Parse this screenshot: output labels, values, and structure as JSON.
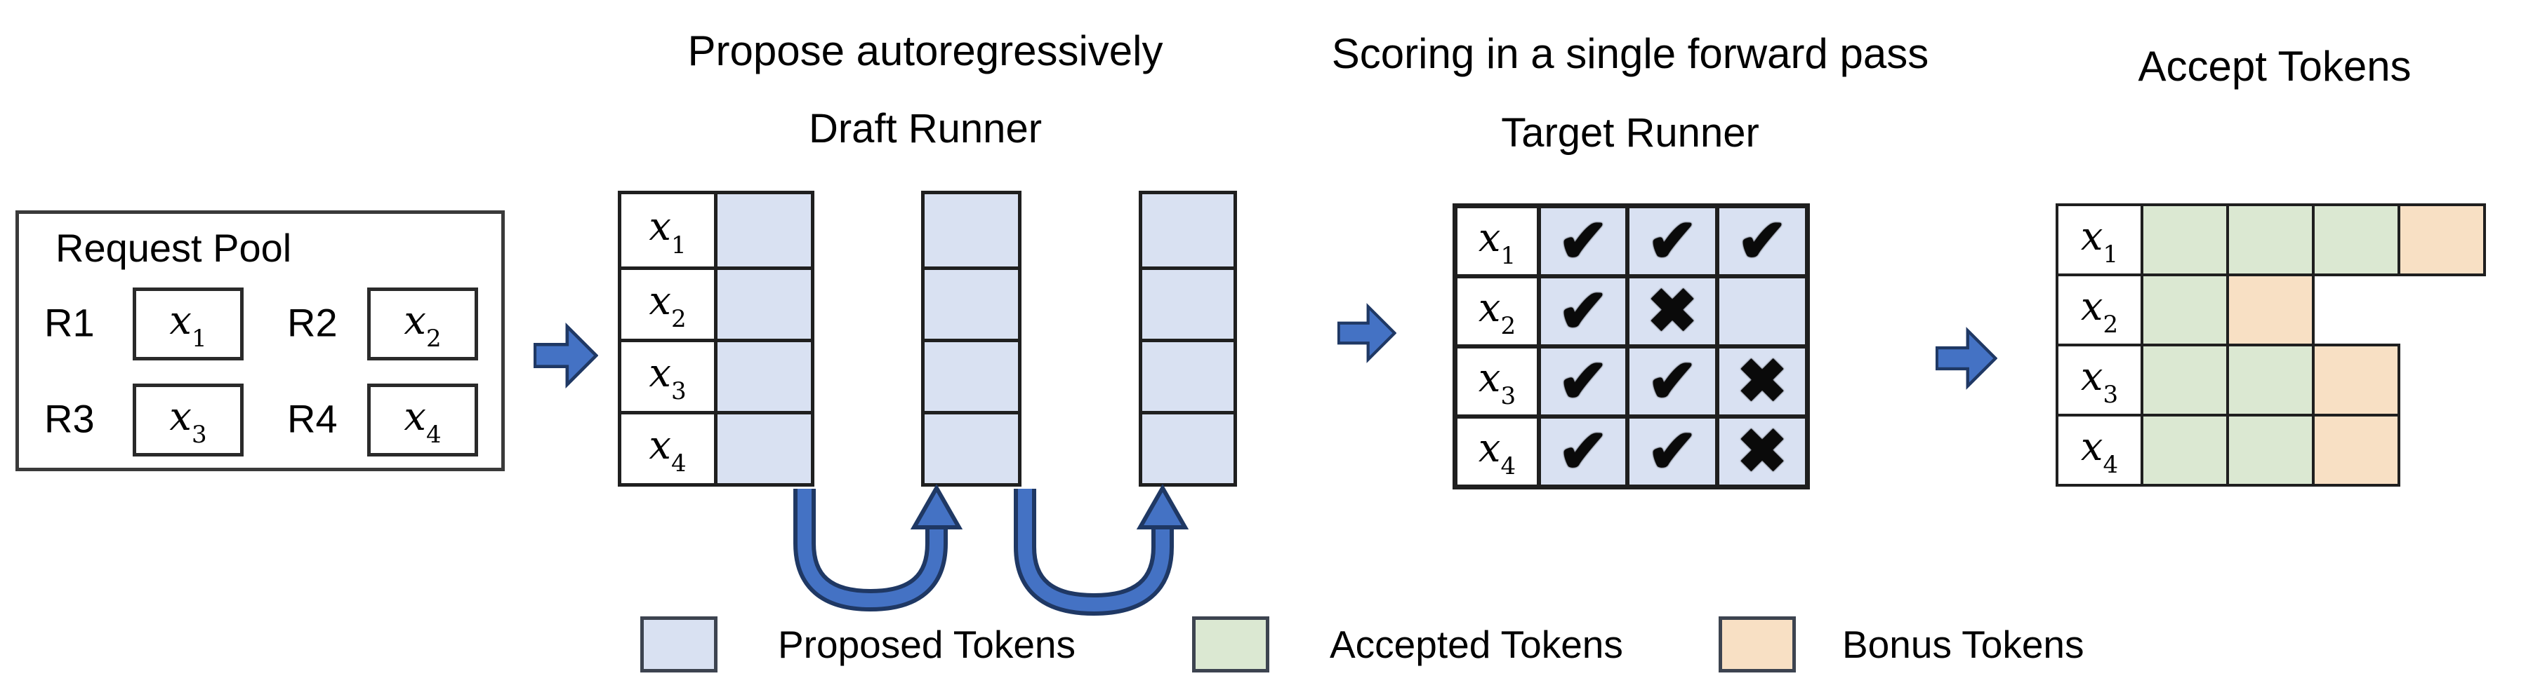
{
  "titles": {
    "propose": "Propose autoregressively",
    "draft_runner": "Draft Runner",
    "scoring": "Scoring in a single forward pass",
    "target_runner": "Target Runner",
    "accept": "Accept Tokens"
  },
  "request_pool": {
    "title": "Request Pool",
    "requests": [
      {
        "label": "R1",
        "token": {
          "base": "x",
          "sub": "1"
        }
      },
      {
        "label": "R2",
        "token": {
          "base": "x",
          "sub": "2"
        }
      },
      {
        "label": "R3",
        "token": {
          "base": "x",
          "sub": "3"
        }
      },
      {
        "label": "R4",
        "token": {
          "base": "x",
          "sub": "4"
        }
      }
    ]
  },
  "draft_runner": {
    "row_labels": [
      {
        "base": "x",
        "sub": "1"
      },
      {
        "base": "x",
        "sub": "2"
      },
      {
        "base": "x",
        "sub": "3"
      },
      {
        "base": "x",
        "sub": "4"
      }
    ],
    "proposal_steps": 3,
    "rows": 4
  },
  "target_runner": {
    "row_labels": [
      {
        "base": "x",
        "sub": "1"
      },
      {
        "base": "x",
        "sub": "2"
      },
      {
        "base": "x",
        "sub": "3"
      },
      {
        "base": "x",
        "sub": "4"
      }
    ],
    "marks": [
      [
        "check",
        "check",
        "check"
      ],
      [
        "check",
        "cross",
        "none"
      ],
      [
        "check",
        "check",
        "cross"
      ],
      [
        "check",
        "check",
        "cross"
      ]
    ]
  },
  "accept_tokens": {
    "row_labels": [
      {
        "base": "x",
        "sub": "1"
      },
      {
        "base": "x",
        "sub": "2"
      },
      {
        "base": "x",
        "sub": "3"
      },
      {
        "base": "x",
        "sub": "4"
      }
    ],
    "rows": [
      [
        "accepted",
        "accepted",
        "accepted",
        "bonus"
      ],
      [
        "accepted",
        "bonus"
      ],
      [
        "accepted",
        "accepted",
        "bonus"
      ],
      [
        "accepted",
        "accepted",
        "bonus"
      ]
    ]
  },
  "legend": {
    "items": [
      {
        "name": "proposed",
        "label": "Proposed Tokens"
      },
      {
        "name": "accepted",
        "label": "Accepted Tokens"
      },
      {
        "name": "bonus",
        "label": "Bonus Tokens"
      }
    ]
  },
  "glyphs": {
    "check": "✔",
    "cross": "✖"
  },
  "colors": {
    "proposed": "#d9e1f2",
    "accepted": "#dbe8d2",
    "bonus": "#f8e0c4",
    "arrow_fill": "#4472c4",
    "arrow_border": "#1f3864",
    "grid_line": "#1f1f1f"
  }
}
